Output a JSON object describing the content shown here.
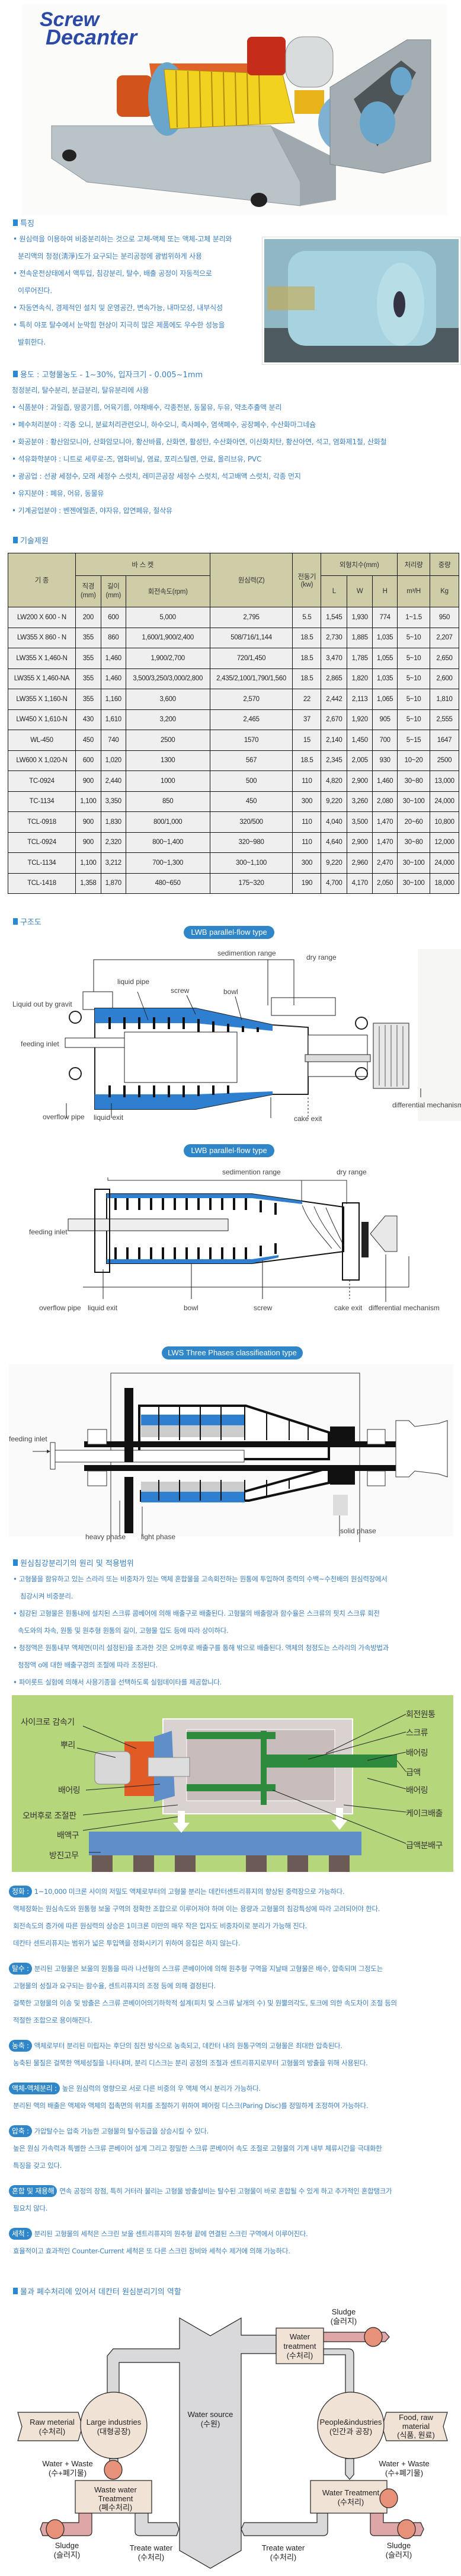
{
  "logo": {
    "line1": "Screw",
    "line2": "Decanter"
  },
  "features": {
    "heading": "특징",
    "items": [
      {
        "line1": "원심력을 이용하여 비중분리하는 것으로 고체-액체 또는 액체-고체 분리와",
        "line2": "분리액의 청정(淸淨)도가 요구되는 분리공정에 광범위하게 사용"
      },
      {
        "line1": "전속운전상태에서 액투입, 침강분리, 탈수, 배출 공정이 자동적으로",
        "line2": "이루어진다."
      },
      {
        "line1": "자동연속식, 경제적인 설치 및 운영공간, 변속가능, 내마모성, 내부식성"
      },
      {
        "line1": "특히 야포 탈수에서 눈막힘 현상이 지극히 많은 제품에도 우수한 성능을",
        "line2": "발휘한다."
      }
    ]
  },
  "usage": {
    "heading": "용도 : 고형물농도 - 1~30%, 입자크기 - 0.005~1mm",
    "intro": "청정분리, 탈수분리, 분급분리, 탈유분리에 사용",
    "items": [
      "식품분야 : 과일즙, 땅콩기름, 어육기름, 야채배수, 각종전분, 동물유, 두유, 약초추출액 분리",
      "폐수처리분야 : 각종 오니, 분료처리관련오니, 하수오니, 축사폐수, 염색폐수, 공장폐수, 수산화마그네슘",
      "화공분야 : 황산암모니아, 산화암모니아, 황산바륨, 산화연, 활성탄, 수산화아연, 이산화치탄, 황산아연, 석고, 염화제1철, 산화철",
      "석유화학분야 : 니트로 세루로-즈, 염화비닐, 염료, 포리스틸렌, 안료, 올리브유, PVC",
      "광공업 : 선광 세정수, 모래 세정수 스럿치, 레미콘공장 세정수 스럿치, 석고배액 스럿치, 각종 먼지",
      "유지분야 : 폐유, 어유, 동물유",
      "기계공업분야 : 벤젠에멀존, 야자유, 압연폐유, 절삭유"
    ]
  },
  "spec": {
    "heading": "기술제원",
    "headers": {
      "model": "기 종",
      "basket": "바 스 켓",
      "diameter": "직경\n(mm)",
      "length": "길이\n(mm)",
      "rpm": "회전속도(rpm)",
      "force": "원심력(Z)",
      "motor": "전동기\n(kw)",
      "dims": "외형치수(mm)",
      "L": "L",
      "W": "W",
      "H": "H",
      "capacity": "처리량",
      "capacity_unit": "m³/H",
      "weight": "중량",
      "weight_unit": "Kg"
    },
    "rows": [
      [
        "LW200 X 600 - N",
        "200",
        "600",
        "5,000",
        "2,795",
        "5.5",
        "1,545",
        "1,930",
        "774",
        "1~1.5",
        "950"
      ],
      [
        "LW355 X 860 - N",
        "355",
        "860",
        "1,600/1,900/2,400",
        "508/716/1,144",
        "18.5",
        "2,730",
        "1,885",
        "1,035",
        "5~10",
        "2,207"
      ],
      [
        "LW355 X 1,460-N",
        "355",
        "1,460",
        "1,900/2,700",
        "720/1,450",
        "18.5",
        "3,470",
        "1,785",
        "1,055",
        "5~10",
        "2,650"
      ],
      [
        "LW355 X 1,460-NA",
        "355",
        "1,460",
        "3,500/3,250/3,000/2,800",
        "2,435/2,100/1,790/1,560",
        "18.5",
        "2,865",
        "1,820",
        "1,035",
        "5~10",
        "2,600"
      ],
      [
        "LW355 X 1,160-N",
        "355",
        "1,160",
        "3,600",
        "2,570",
        "22",
        "2,442",
        "2,113",
        "1,065",
        "5~10",
        "1,810"
      ],
      [
        "LW450 X 1,610-N",
        "430",
        "1,610",
        "3,200",
        "2,465",
        "37",
        "2,670",
        "1,920",
        "905",
        "5~10",
        "2,555"
      ],
      [
        "WL-450",
        "450",
        "740",
        "2500",
        "1570",
        "15",
        "2,140",
        "1,450",
        "700",
        "5~15",
        "1647"
      ],
      [
        "LW600 X 1,020-N",
        "600",
        "1,020",
        "1300",
        "567",
        "18.5",
        "2,345",
        "2,005",
        "930",
        "10~20",
        "2500"
      ],
      [
        "TC-0924",
        "900",
        "2,440",
        "1000",
        "500",
        "110",
        "4,820",
        "2,900",
        "1,460",
        "30~80",
        "13,000"
      ],
      [
        "TC-1134",
        "1,100",
        "3,350",
        "850",
        "450",
        "300",
        "9,220",
        "3,260",
        "2,080",
        "30~100",
        "24,000"
      ],
      [
        "TCL-0918",
        "900",
        "1,830",
        "800/1,000",
        "320/500",
        "110",
        "4,040",
        "3,500",
        "1,470",
        "20~60",
        "10,800"
      ],
      [
        "TCL-0924",
        "900",
        "2,320",
        "800~1,400",
        "320~980",
        "110",
        "4,640",
        "2,900",
        "1,470",
        "30~80",
        "12,000"
      ],
      [
        "TCL-1134",
        "1,100",
        "3,212",
        "700~1,300",
        "300~1,100",
        "300",
        "9,220",
        "2,960",
        "2,470",
        "30~100",
        "24,000"
      ],
      [
        "TCL-1418",
        "1,358",
        "1,870",
        "480~650",
        "175~320",
        "190",
        "4,700",
        "4,170",
        "2,050",
        "30~100",
        "18,000"
      ]
    ]
  },
  "structure": {
    "heading": "구조도",
    "d1": {
      "title": "LWB parallel-flow type",
      "sed": "sedimention range",
      "dry": "dry range",
      "liquid_pipe": "liquid pipe",
      "screw": "screw",
      "bowl": "bowl",
      "liquid_out": "Liquid out by gravit",
      "feeding": "feeding inlet",
      "overflow": "overflow pipe",
      "liquid_exit": "liquid exit",
      "cake_exit": "cake exit",
      "diff": "differential mechanism"
    },
    "d2": {
      "title": "LWB parallel-flow type",
      "sed": "sedimention range",
      "dry": "dry range",
      "feeding": "feeding inlet",
      "overflow": "overflow pipe",
      "liquid_exit": "liquid exit",
      "bowl": "bowl",
      "screw": "screw",
      "cake_exit": "cake exit",
      "diff": "differential mechanism"
    },
    "d3": {
      "title": "LWS Three Phases classifieation type",
      "feeding": "feeding inlet",
      "heavy": "heavy phase",
      "light": "light phase",
      "solid": "solid phase"
    }
  },
  "principle": {
    "heading": "원심침강분리기의 원리 및 적용범위",
    "lines": [
      "• 고형물을 함유하고 있는 스라리 또는 비중차가 있는 액체 혼합물을 고속회전하는 원통에 투입하여 중력의 수백~수천배의 원심력장에서",
      "침강시켜 비중분리.",
      "• 침강된 고형물은 원통내에 설치된 스크류 콤베어에 의해 배출구로 배출된다. 고형물의 배출량과 함수율은 스크류의 핏치 스크류 회전",
      "속도와의 차속, 원통 및 원추형 원통의 길이, 고형물 입도 등에 따라 상이하다.",
      "• 청정액은 원통내부 액체면(미리 설정된)을 초과한 것은 오버후로 배출구를 통해 밖으로 배출된다. 액체의 청정도는 스라리의 가속방법과",
      "청정액 o에 대한 배출구경의 조절에 따라 조정된다.",
      "• 파이롯트 실험에 의해서 사용기종을 선택하도록 실험데이타를 제공합니다."
    ]
  },
  "cutaway": {
    "left": [
      "사이크로 감속기",
      "뿌리",
      "배어링",
      "오버후로 조절판",
      "배액구",
      "방진고무"
    ],
    "right": [
      "회전원통",
      "스크류",
      "배어링",
      "급액",
      "배어링",
      "케이크배출",
      "급액분배구"
    ]
  },
  "descriptions": [
    {
      "badge": "정화 :",
      "lines": [
        "1~10,000 미크론 사이의 저밀도 액체로부터의 고형물 분리는 데칸터센트리퓨지의 향상된 중력장으로 가능하다.",
        "액체정화는 원심속도와 원통형 보울 구역의 정확한 조합으로 이루어져야 하며 이는 용량과 고형물의 침강특성에 따라 고려되어야 한다.",
        "회전속도의 증가에 따른 원심력의 상승은 1미크론 미만의 매우 작은 입자도 비중차이로 분리가 가능해 진다.",
        "데칸타 센트리퓨지는 범위가 넓은 투입액을 정화시키기 위하여 응집은 하지 않는다."
      ]
    },
    {
      "badge": "탈수 :",
      "lines": [
        "분리된 고형물은 보울의 원통을 따라 나선형의 스크류 콘베이어에 의해 원추형 구역을 지날때 고형물은 배수, 압축되며 그정도는",
        "고형물의 성질과 요구되는 함수율, 센트리퓨지의 조정 등에 의해 결정된다.",
        "걸쭉한 고형물의 이송 및 방출은 스크류 콘베이어의기하학적 설계(피치 및 스크류 날개의 수) 및 원뿔의각도, 토크에 의한 속도차이 조절 등의",
        "적절한 조합으로 용이해진다."
      ]
    },
    {
      "badge": "농축 :",
      "lines": [
        "액체로부터 분리된 미립자는 후단의 침전 방식으로 농축되고, 데칸터 내의 원통구역의 고형물은 최대한 압축된다.",
        "농축된 물질은 걸쭉한 액체성질을 나타내며, 분리 디스크는 분리 공정의 조절과 센트리퓨지로부터 고형물의 방출을 위해 사용된다."
      ]
    },
    {
      "badge": "액체-액체분리 :",
      "lines": [
        "높은 원심력의 영향으로 서로 다른 비중의 우 액체 역시 분리가 가능하다.",
        "분리된 액의 배출은 액체와 액체의 접촉면의 위치를 조절하기 위하여 페어링 디스크(Paring Disc)를 정밀하게 조정하여 가능하다."
      ]
    },
    {
      "badge": "압축 :",
      "lines": [
        "가압탈수는 압축 가능한 고형물의 탈수등급을 상승시킬 수 있다.",
        "높은 원심 가속력과 특별한 스크류 콘베이어 설계 그리고 정밀한 스크류 콘베이어 속도 조절로 고형물의 기계 내부 체류시간을 극대화한",
        "특징을 갖고 있다."
      ]
    },
    {
      "badge": "혼합 및 재용해",
      "lines": [
        "연속 공정의 장점, 특히 거터라 불리는 고형물 방출설비는 탈수된 고형물이 바로 혼합될 수 있게 하고 추가적인 혼합탱크가",
        "필요치 않다."
      ]
    },
    {
      "badge": "세척 :",
      "lines": [
        "분리된 고형물의 세척은 스크린 보울 센트리퓨지의 원추형 끝에 연결된 스크린 구역에서 이루어진다.",
        "효율적이고 효과적인 Counter-Current 세척은 또 다른 스크린 장비와 세척수 제거에 의해 가능하다."
      ]
    }
  ],
  "flow": {
    "heading": "물과 폐수처리에 있어서 데칸터 원심분리기의 역할",
    "sludge_top": [
      "Sludge",
      "(슬러지)"
    ],
    "water_treatment_top": [
      "Water",
      "treatment",
      "(수처리)"
    ],
    "water_source": [
      "Water source",
      "(수원)"
    ],
    "raw": [
      "Raw meterial",
      "(수처리)"
    ],
    "large": [
      "Large industries",
      "(대형공장)"
    ],
    "people": [
      "People&industries",
      "(인간과 공장)"
    ],
    "food": [
      "Food, raw",
      "material",
      "(식품, 원료)"
    ],
    "ww_left": [
      "Water + Waste",
      "(수+폐기물)"
    ],
    "ww_right": [
      "Water + Waste",
      "(수+폐기물)"
    ],
    "waste_box": [
      "Waste water",
      "Treatment",
      "(폐수처리)"
    ],
    "treat_box": [
      "Water Treatment",
      "(수처리)"
    ],
    "sludge_left": [
      "Sludge",
      "(슬러지)"
    ],
    "sludge_right": [
      "Sludge",
      "(슬러지)"
    ],
    "treate_left": [
      "Treate water",
      "(수처리)"
    ],
    "treate_right": [
      "Treate water",
      "(수처리)"
    ]
  },
  "colors": {
    "accent": "#2a88d0",
    "text": "#3a7fbf",
    "table_header": "#cfcca8",
    "cutaway_bg": "#b5d67a"
  }
}
